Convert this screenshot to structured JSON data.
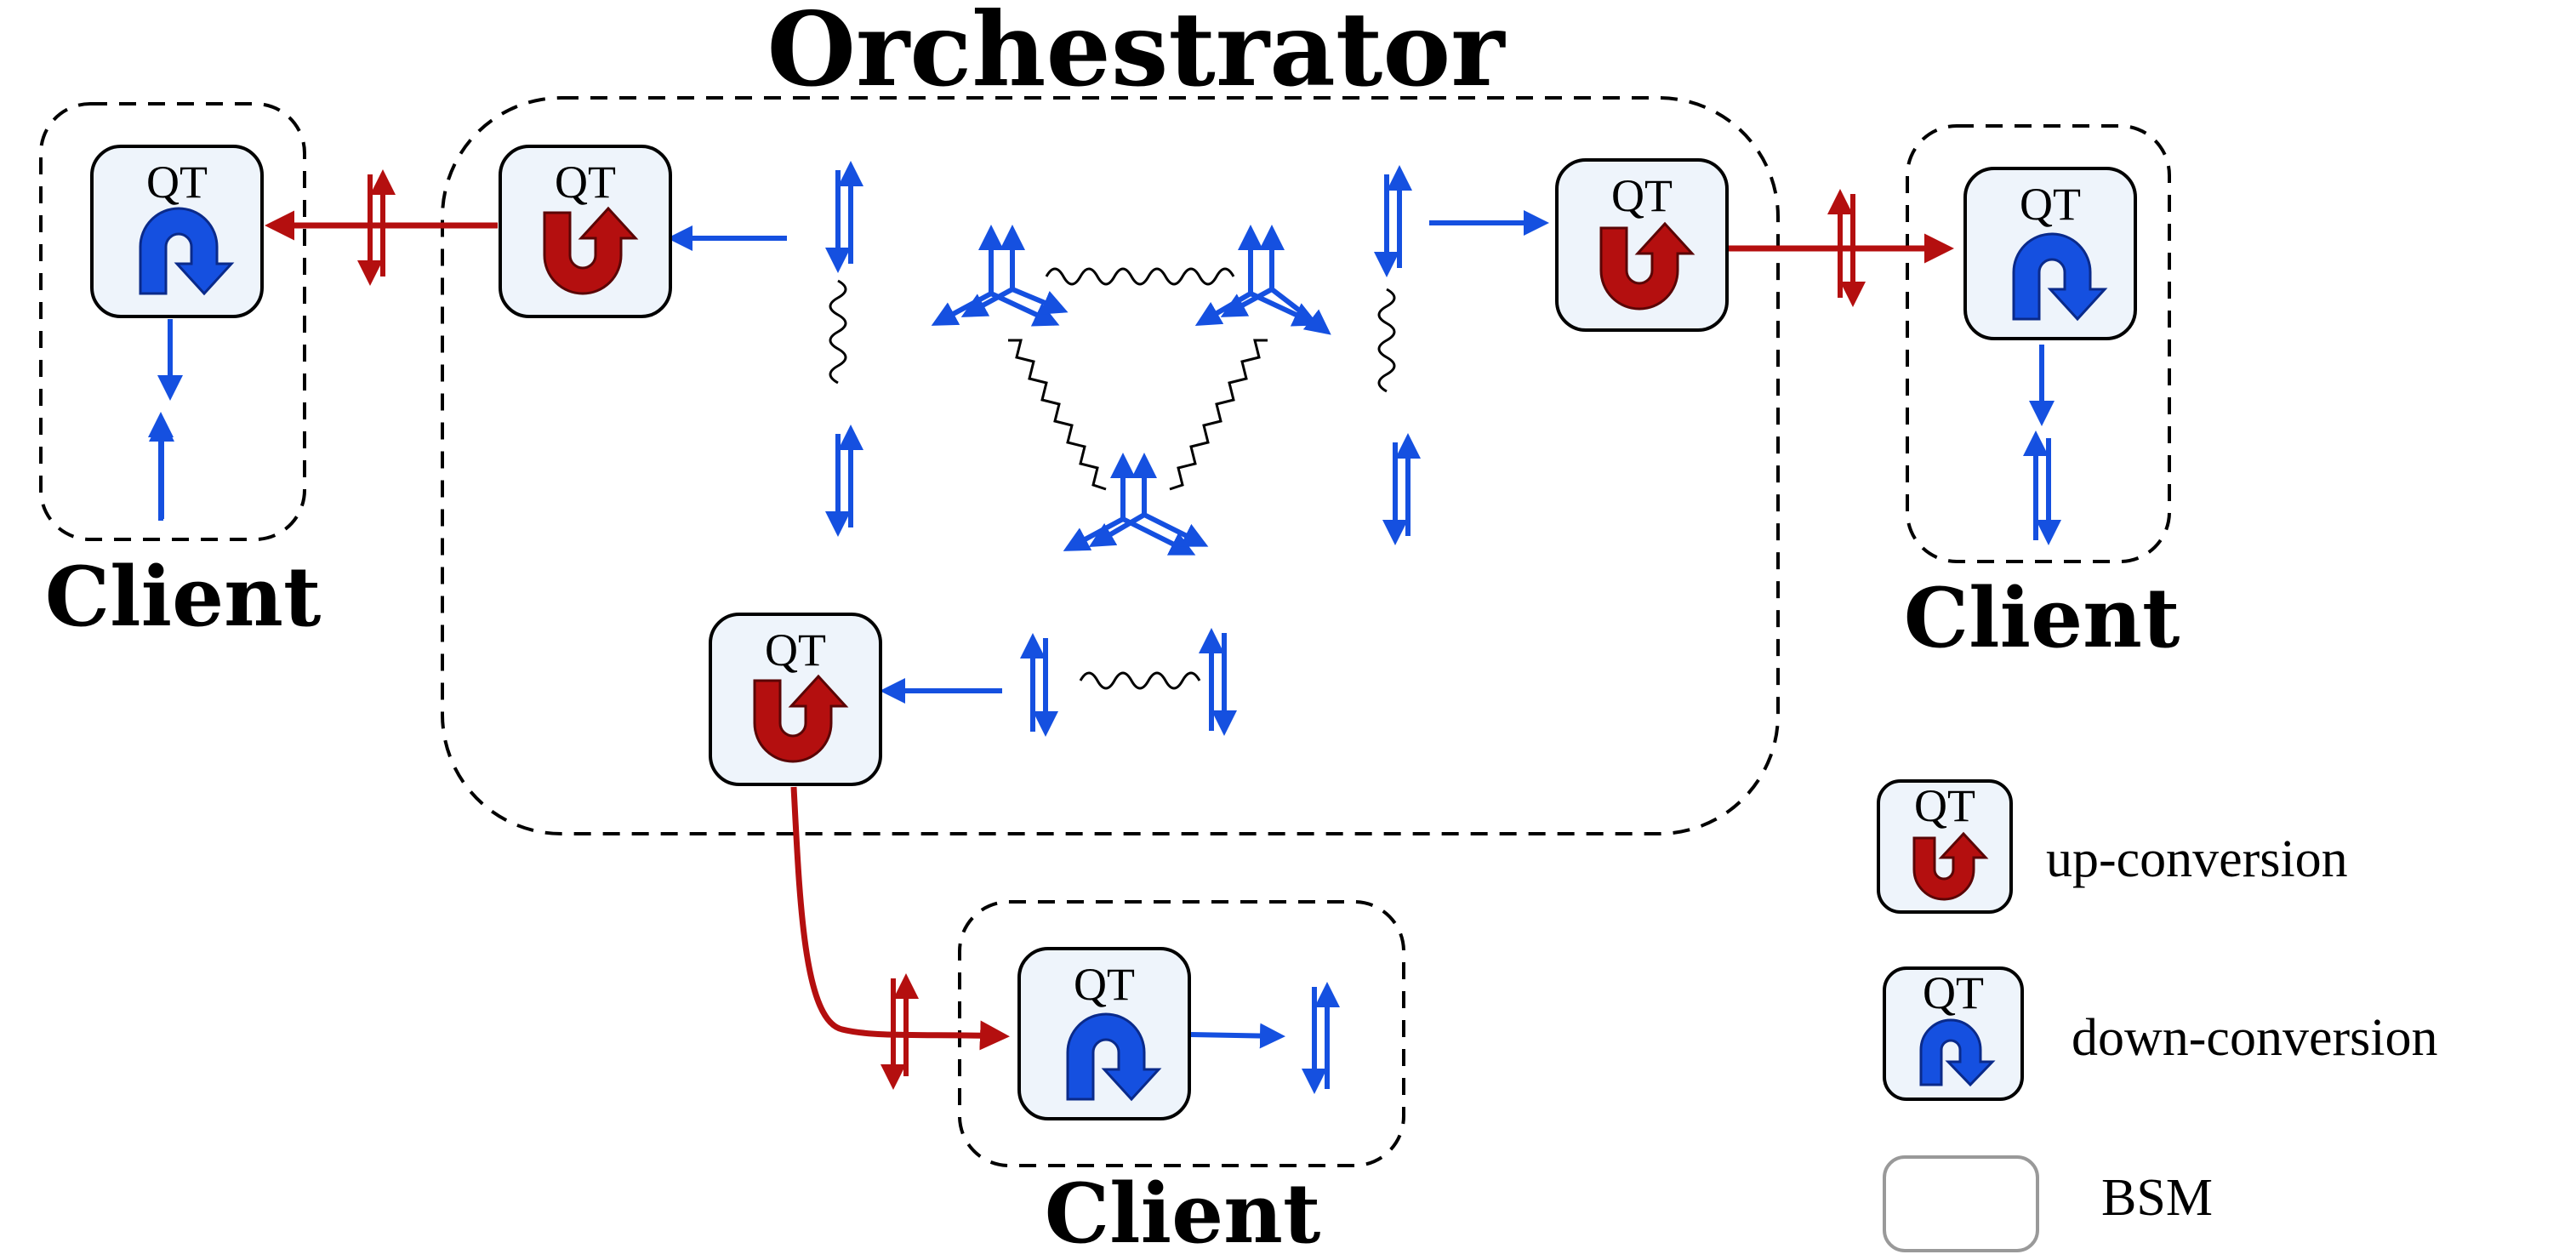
{
  "diagram": {
    "title": "Orchestrator",
    "client_label": "Client",
    "qt_label": "QT",
    "legend": {
      "up": "up-conversion",
      "down": "down-conversion",
      "bsm": "BSM"
    },
    "colors": {
      "blue": "#1550e0",
      "blue_dark": "#0a2a8a",
      "red": "#b40f0f",
      "red_dark": "#5a0505",
      "box_fill": "#eef4fb",
      "dashed": "#000000"
    }
  }
}
